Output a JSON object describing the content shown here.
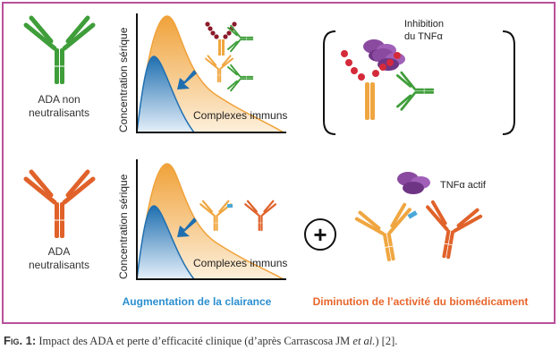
{
  "figure": {
    "row1": {
      "antibody_label_1": "ADA non",
      "antibody_label_2": "neutralisants",
      "y_axis_label": "Concentration sérique",
      "curve_label": "Complexes immuns",
      "inhibition_label_1": "Inhibition",
      "inhibition_label_2": "du TNFα"
    },
    "row2": {
      "antibody_label_1": "ADA",
      "antibody_label_2": "neutralisants",
      "y_axis_label": "Concentration sérique",
      "curve_label": "Complexes immuns",
      "tnf_label": "TNFα actif",
      "plus_symbol": "+"
    },
    "bottom_labels": {
      "clearance": "Augmentation de la clairance",
      "activity": "Diminution de l’activité du biomédicament"
    },
    "colors": {
      "border": "#b9509a",
      "green": "#3f9e3a",
      "orange": "#f0a640",
      "red_orange": "#e0622a",
      "blue": "#1f6fb0",
      "clearance_text": "#2a8fd0",
      "activity_text": "#e8652a",
      "tnf": "#8a4aa0",
      "maroon": "#8b1a2a",
      "red_bead": "#d42a3a"
    }
  },
  "caption": {
    "label": "Fig. 1:",
    "text": " Impact des ADA et perte d’efficacité clinique (d’après Carrascosa JM ",
    "italic": "et al.",
    "tail": ") [2]."
  }
}
